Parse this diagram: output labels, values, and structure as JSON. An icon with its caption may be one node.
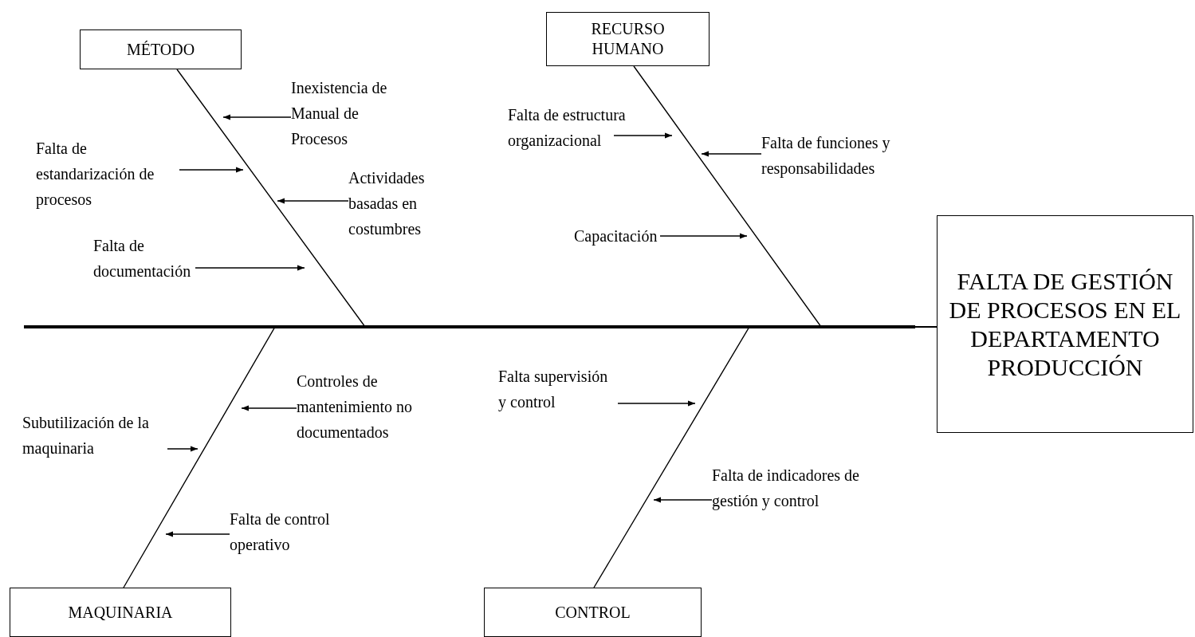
{
  "diagram": {
    "nodes": [
      {
        "text": [
          "MÉTODO"
        ]
      },
      {
        "text": [
          "RECURSO HUMANO"
        ]
      },
      {
        "text": [
          "MAQUINARIA"
        ]
      },
      {
        "text": [
          "CONTROL"
        ]
      },
      {
        "text": [
          "FALTA DE GESTIÓN DE PROCESOS EN EL DEPARTAMENTO PRODUCCIÓN"
        ]
      },
      {
        "text": [
          "Inexistencia de Manual de Procesos"
        ]
      },
      {
        "text": [
          "Falta de estandarización de procesos"
        ]
      },
      {
        "text": [
          "Actividades basadas en costumbres"
        ]
      },
      {
        "text": [
          "Falta de documentación"
        ]
      },
      {
        "text": [
          "Falta de estructura organizacional"
        ]
      },
      {
        "text": [
          "Falta de funciones y responsabilidades"
        ]
      },
      {
        "text": [
          "Capacitación"
        ]
      },
      {
        "text": [
          "Controles de mantenimiento no documentados"
        ]
      },
      {
        "text": [
          "Subutilización de la maquinaria"
        ]
      },
      {
        "text": [
          "Falta de control operativo"
        ]
      },
      {
        "text": [
          "Falta supervisión y control"
        ]
      },
      {
        "text": [
          "Falta de indicadores de gestión y control"
        ]
      }
    ],
    "edges": [
      {
        "from": 0,
        "to": 4,
        "arrow": "none"
      },
      {
        "from": 1,
        "to": 4,
        "arrow": "none"
      },
      {
        "from": 2,
        "to": 4,
        "arrow": "none"
      },
      {
        "from": 3,
        "to": 4,
        "arrow": "none"
      },
      {
        "from": 5,
        "to": null,
        "arrow": "to"
      },
      {
        "from": 6,
        "to": null,
        "arrow": "to"
      },
      {
        "from": 7,
        "to": null,
        "arrow": "to"
      },
      {
        "from": 8,
        "to": null,
        "arrow": "to"
      },
      {
        "from": 9,
        "to": null,
        "arrow": "to"
      },
      {
        "from": 10,
        "to": null,
        "arrow": "to"
      },
      {
        "from": 11,
        "to": null,
        "arrow": "to"
      },
      {
        "from": 12,
        "to": null,
        "arrow": "to"
      },
      {
        "from": 13,
        "to": null,
        "arrow": "to"
      },
      {
        "from": 14,
        "to": null,
        "arrow": "to"
      },
      {
        "from": 15,
        "to": null,
        "arrow": "to"
      },
      {
        "from": 16,
        "to": null,
        "arrow": "to"
      }
    ]
  }
}
